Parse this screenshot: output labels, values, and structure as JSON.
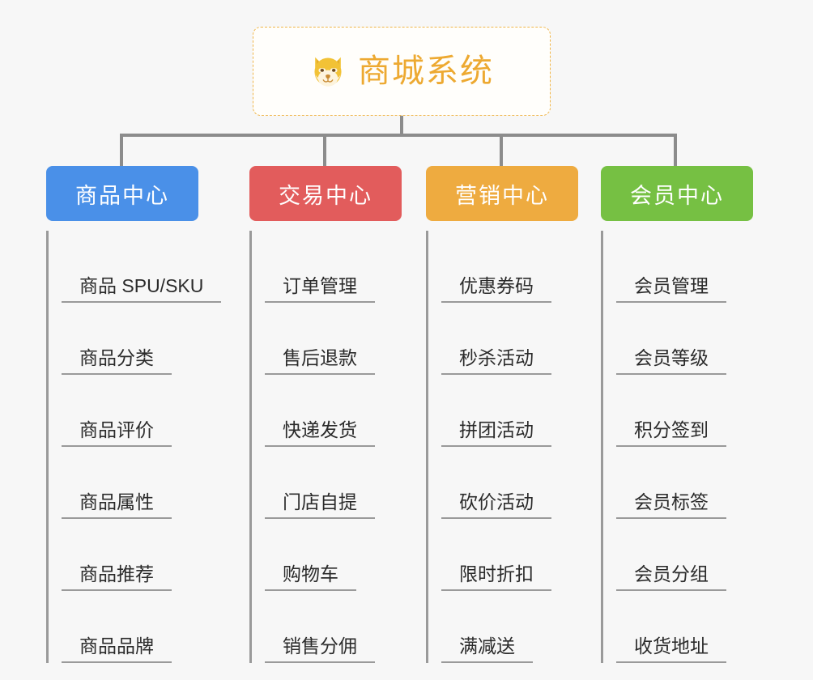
{
  "root": {
    "title": "商城系统",
    "icon": "shiba-dog-face-icon",
    "icon_color": "#f2c236",
    "text_color": "#eda931",
    "border_color": "#f0b64a"
  },
  "canvas": {
    "background": "#f7f7f7",
    "connector_color": "#8c8c8c"
  },
  "categories": [
    {
      "label": "商品中心",
      "color": "#4a90e8",
      "color_name": "blue",
      "items": [
        {
          "label": "商品 SPU/SKU"
        },
        {
          "label": "商品分类"
        },
        {
          "label": "商品评价"
        },
        {
          "label": "商品属性"
        },
        {
          "label": "商品推荐"
        },
        {
          "label": "商品品牌"
        }
      ]
    },
    {
      "label": "交易中心",
      "color": "#e25c5c",
      "color_name": "red",
      "items": [
        {
          "label": "订单管理"
        },
        {
          "label": "售后退款"
        },
        {
          "label": "快递发货"
        },
        {
          "label": "门店自提"
        },
        {
          "label": "购物车"
        },
        {
          "label": "销售分佣"
        }
      ]
    },
    {
      "label": "营销中心",
      "color": "#eeab40",
      "color_name": "orange",
      "items": [
        {
          "label": "优惠券码"
        },
        {
          "label": "秒杀活动"
        },
        {
          "label": "拼团活动"
        },
        {
          "label": "砍价活动"
        },
        {
          "label": "限时折扣"
        },
        {
          "label": "满减送"
        }
      ]
    },
    {
      "label": "会员中心",
      "color": "#76c043",
      "color_name": "green",
      "items": [
        {
          "label": "会员管理"
        },
        {
          "label": "会员等级"
        },
        {
          "label": "积分签到"
        },
        {
          "label": "会员标签"
        },
        {
          "label": "会员分组"
        },
        {
          "label": "收货地址"
        }
      ]
    }
  ]
}
